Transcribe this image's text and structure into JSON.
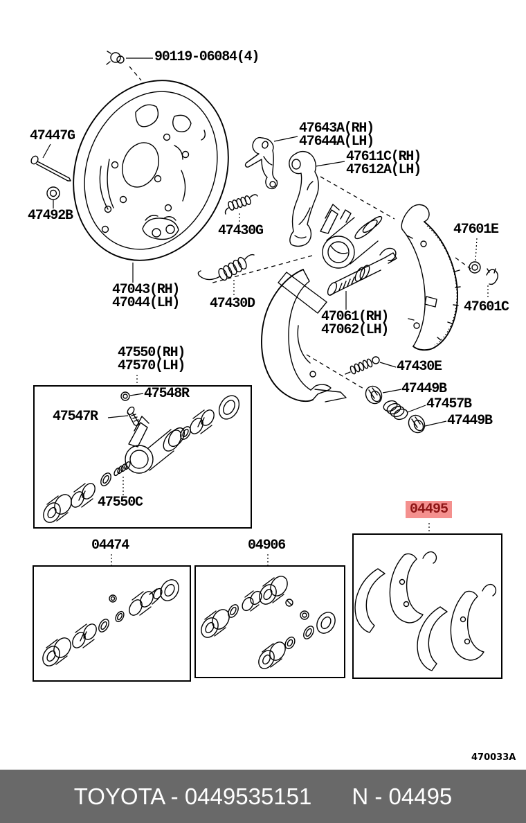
{
  "labels": {
    "p90119": "90119-06084(4)",
    "p47447g": "47447G",
    "p47492b": "47492B",
    "p47043": "47043(RH)",
    "p47044": "47044(LH)",
    "p47643a": "47643A(RH)",
    "p47644a": "47644A(LH)",
    "p47611c": "47611C(RH)",
    "p47612a": "47612A(LH)",
    "p47430g": "47430G",
    "p47430d": "47430D",
    "p47061": "47061(RH)",
    "p47062": "47062(LH)",
    "p47601e": "47601E",
    "p47601c": "47601C",
    "p47550": "47550(RH)",
    "p47570": "47570(LH)",
    "p47548r": "47548R",
    "p47547r": "47547R",
    "p47550c": "47550C",
    "p47430e": "47430E",
    "p47449b_1": "47449B",
    "p47457b": "47457B",
    "p47449b_2": "47449B",
    "kit04474": "04474",
    "kit04906": "04906"
  },
  "highlight": {
    "part": "04495",
    "bg": "#f4908e",
    "fg": "#8e1616"
  },
  "figure_code": "470033A",
  "footer": {
    "brand_part": "TOYOTA - 0449535151",
    "number": "N - 04495",
    "bg": "#696969",
    "fg": "#ffffff"
  },
  "line_color": "#000000",
  "background": "#ffffff"
}
